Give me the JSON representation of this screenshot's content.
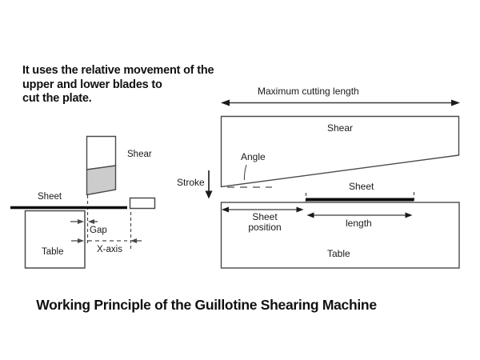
{
  "intro": {
    "lines": [
      "It uses the relative movement of the",
      "upper and lower blades to",
      "cut the plate."
    ]
  },
  "left_diagram": {
    "shear_label": "Shear",
    "sheet_label": "Sheet",
    "table_label": "Table",
    "gap_label": "Gap",
    "x_axis_label": "X-axis"
  },
  "right_diagram": {
    "max_cutting_length_label": "Maximum cutting length",
    "shear_label": "Shear",
    "angle_label": "Angle",
    "stroke_label": "Stroke",
    "sheet_label": "Sheet",
    "sheet_position_label": "Sheet position",
    "length_label": "length",
    "table_label": "Table"
  },
  "title": "Working Principle of the Guillotine Shearing Machine",
  "colors": {
    "background": "#ffffff",
    "line": "#4a4a4a",
    "text": "#111111",
    "blade_fill": "#cccccc",
    "sheet_fill": "#0a0a0a"
  }
}
